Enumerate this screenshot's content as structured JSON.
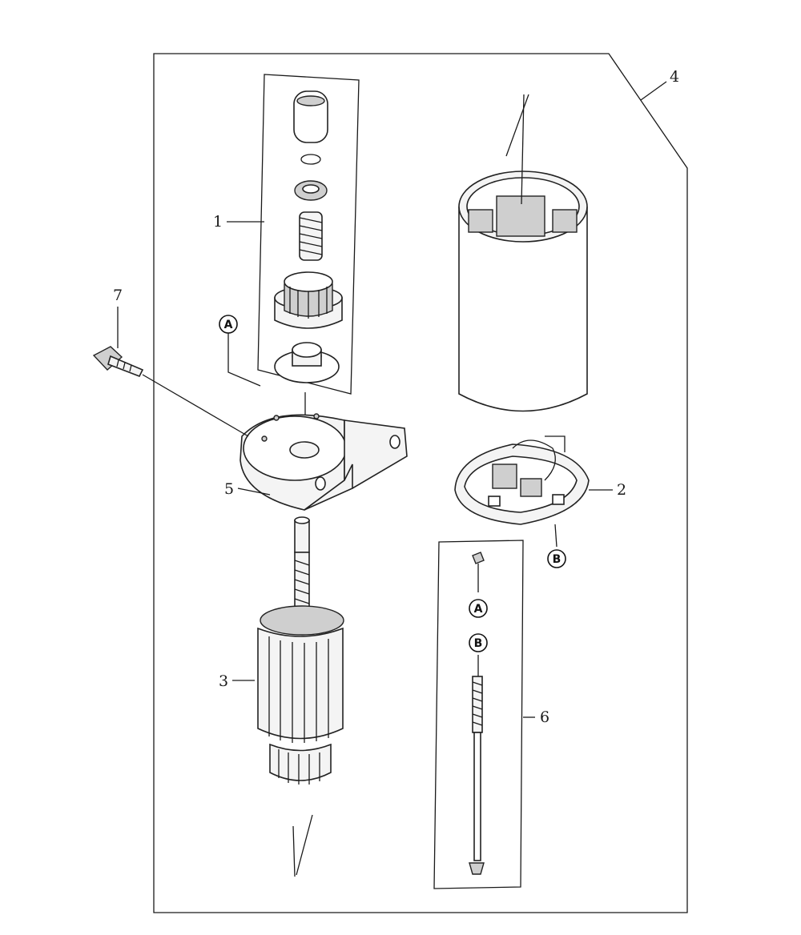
{
  "diagram": {
    "callouts": {
      "pinion_kit": "1",
      "brush_end_cap": "2",
      "armature": "3",
      "starter_housing": "4",
      "drive_end_cap": "5",
      "through_bolt_kit": "6",
      "screw": "7"
    },
    "markers": {
      "a_drive_end": "A",
      "b_brush_end": "B",
      "a_bolt_kit": "A",
      "b_bolt_kit": "B"
    }
  }
}
